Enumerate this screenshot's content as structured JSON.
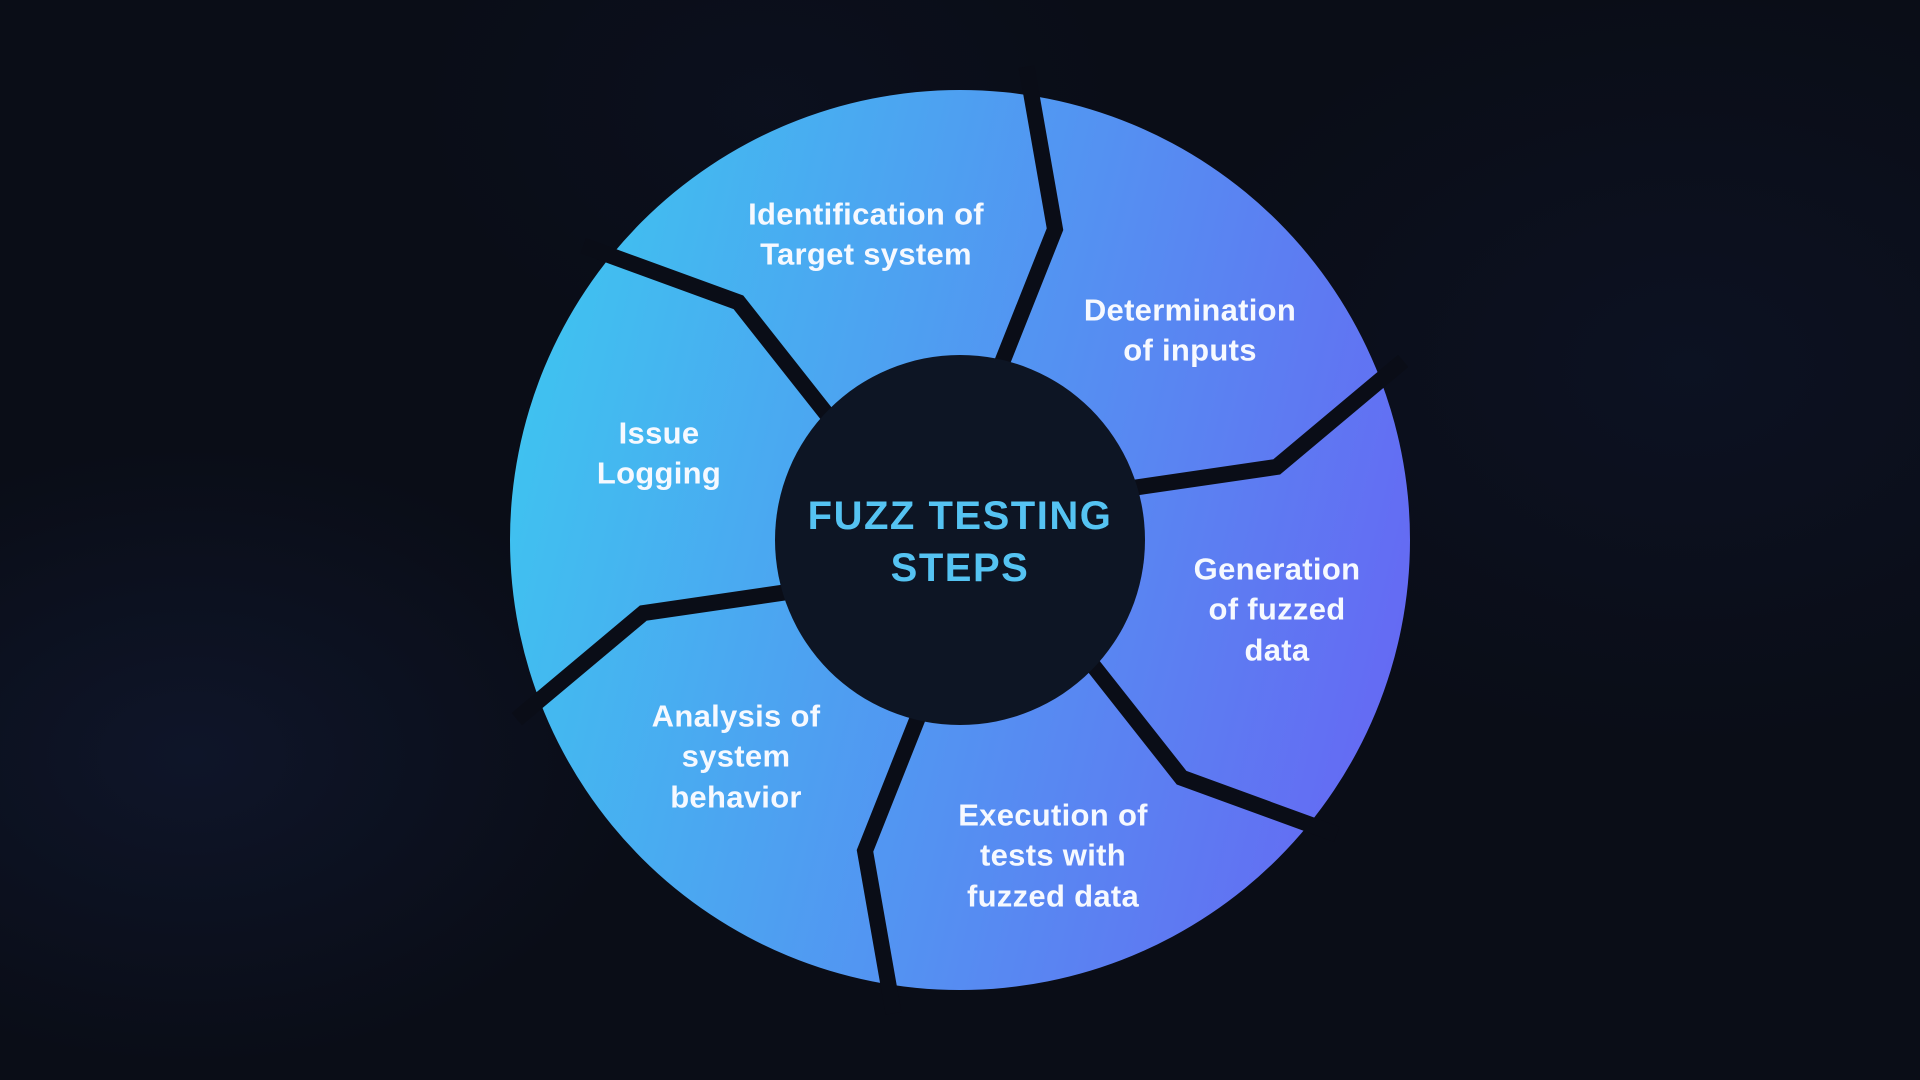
{
  "diagram": {
    "title": "FUZZ TESTING\nSTEPS",
    "title_color": "#55c3f2",
    "background_color": "#0a0d17",
    "center_circle_color": "#0d1524",
    "label_color": "#f6f9ff",
    "wheel_gradient": [
      "#3fc3f0",
      "#6569f3"
    ],
    "steps": [
      {
        "label": "Identification of\nTarget system"
      },
      {
        "label": "Determination\nof inputs"
      },
      {
        "label": "Generation\nof fuzzed\ndata"
      },
      {
        "label": "Execution of\ntests with\nfuzzed data"
      },
      {
        "label": "Analysis of\nsystem\nbehavior"
      },
      {
        "label": "Issue\nLogging"
      }
    ]
  }
}
